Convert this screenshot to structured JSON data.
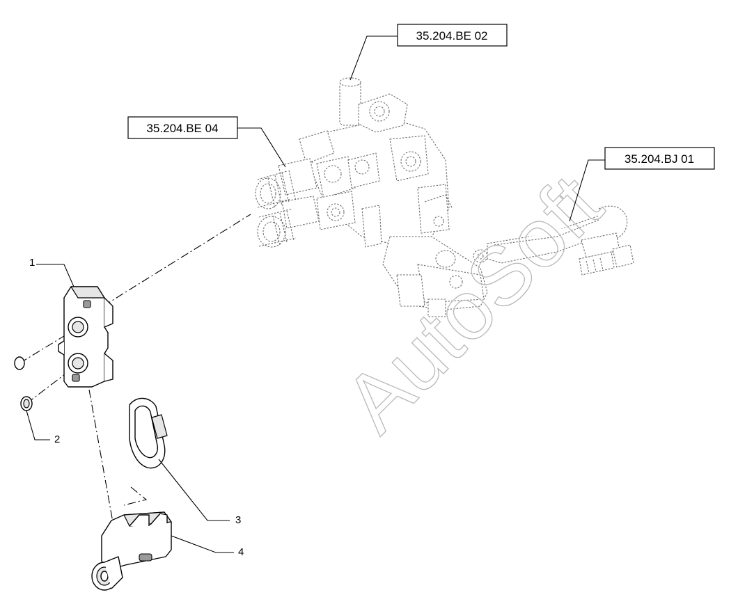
{
  "watermark": "AutoSoft",
  "references": {
    "be02": "35.204.BE 02",
    "be04": "35.204.BE 04",
    "bj01": "35.204.BJ 01"
  },
  "callouts": {
    "item1": "1",
    "item2": "2",
    "item3": "3",
    "item4": "4"
  }
}
